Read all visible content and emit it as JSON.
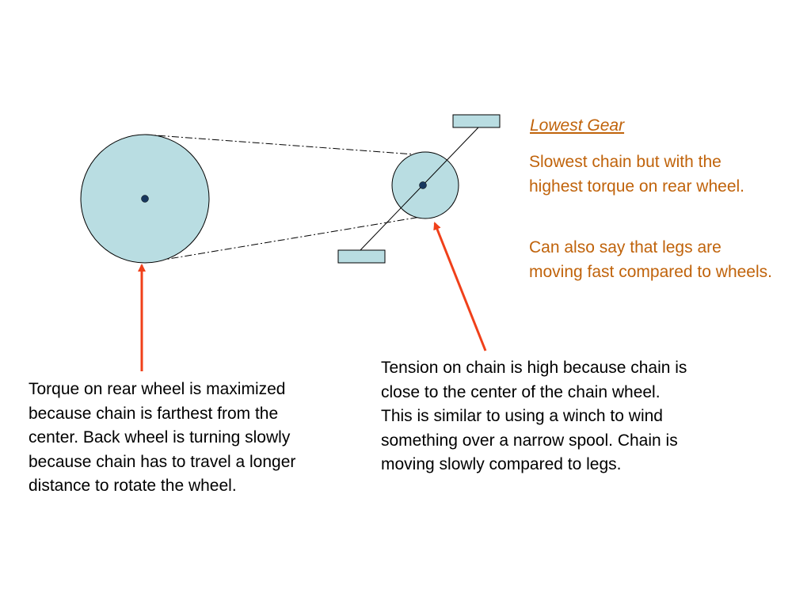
{
  "side_note": {
    "title": "Lowest Gear",
    "paragraph_1": "Slowest chain but with the highest torque on rear wheel.",
    "paragraph_2": "Can also say that legs are moving fast compared to wheels."
  },
  "captions": {
    "rear_wheel": "Torque on rear wheel is maximized because chain is farthest from the center.  Back wheel is turning slowly because chain has to travel a longer distance to rotate the wheel.",
    "chain_wheel": "Tension on chain is high because chain is close to the center of the chain wheel.  This is similar to using a winch to wind something over a narrow spool.  Chain is moving slowly compared to legs."
  },
  "colors": {
    "wheel_fill": "#b9dde2",
    "hub": "#17375e",
    "arrow": "#f0401a",
    "note_text": "#c0630b",
    "body_text": "#000000"
  }
}
